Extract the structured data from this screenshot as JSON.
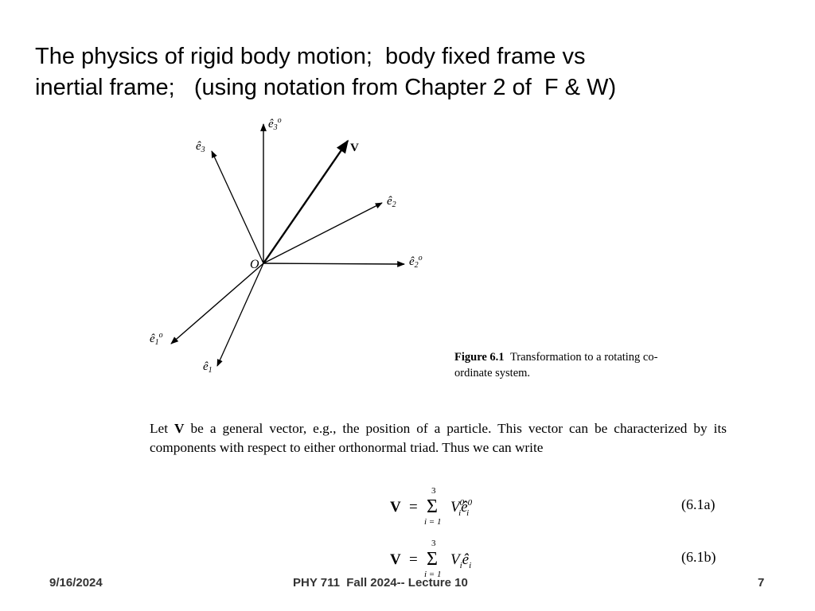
{
  "title": {
    "line1": "The physics of rigid body motion;  body fixed frame vs",
    "line2": "inertial frame;   (using notation from Chapter 2 of  F & W)"
  },
  "figure": {
    "origin_label": "O",
    "vector_label": "V",
    "axis_labels": {
      "e1": "ê1",
      "e2": "ê2",
      "e3": "ê3",
      "e1_0": "ê1⁰",
      "e2_0": "ê2⁰",
      "e3_0": "ê3⁰"
    },
    "caption_label": "Figure 6.1",
    "caption_line1": "Transformation to a rotating co-",
    "caption_line2": "ordinate system."
  },
  "paragraph": {
    "part1": "Let ",
    "bold_v": "V",
    "part2": " be a general vector, e.g., the position of a particle. This vector can be characterized by its components with respect to either orthonormal triad. Thus we can write"
  },
  "equations": [
    {
      "lhs": "V",
      "equals": "=",
      "upper": "3",
      "lower": "i = 1",
      "sigma": "Σ",
      "number": "(6.1a)"
    },
    {
      "lhs": "V",
      "equals": "=",
      "upper": "3",
      "lower": "i = 1",
      "sigma": "Σ",
      "number": "(6.1b)"
    }
  ],
  "footer": {
    "date": "9/16/2024",
    "course": "PHY 711  Fall 2024-- Lecture 10",
    "page": "7"
  }
}
